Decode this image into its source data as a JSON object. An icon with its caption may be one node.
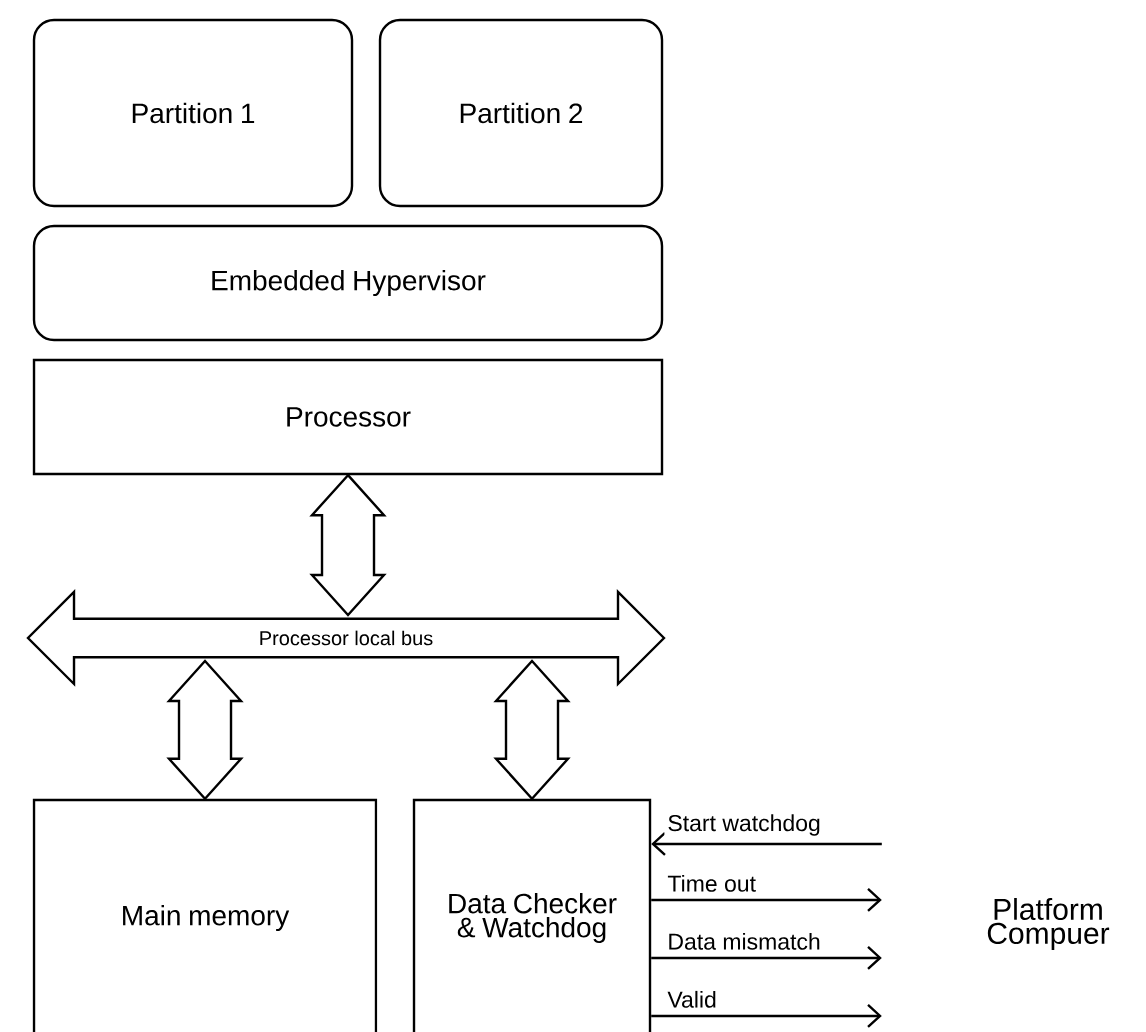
{
  "diagram": {
    "nodes": [
      {
        "text": [
          "Partition 1"
        ]
      },
      {
        "text": [
          "Partition 2"
        ]
      },
      {
        "text": [
          "Embedded Hypervisor"
        ]
      },
      {
        "text": [
          "Processor"
        ]
      },
      {
        "text": [
          "Processor local bus"
        ]
      },
      {
        "text": [
          "Main memory"
        ]
      },
      {
        "text": [
          "Data Checker & Watchdog"
        ]
      },
      {
        "text": [
          "Platform Compuer"
        ]
      }
    ],
    "edges": [
      {
        "from": 3,
        "to": 4,
        "arrow": "both"
      },
      {
        "from": 4,
        "to": 5,
        "arrow": "both"
      },
      {
        "from": 4,
        "to": 6,
        "arrow": "both"
      },
      {
        "from": 7,
        "to": 6,
        "arrow": "to",
        "label": "Start watchdog"
      },
      {
        "from": 6,
        "to": 7,
        "arrow": "to",
        "label": "Time out"
      },
      {
        "from": 6,
        "to": 7,
        "arrow": "to",
        "label": "Data mismatch"
      },
      {
        "from": 6,
        "to": 7,
        "arrow": "to",
        "label": "Valid"
      }
    ]
  }
}
